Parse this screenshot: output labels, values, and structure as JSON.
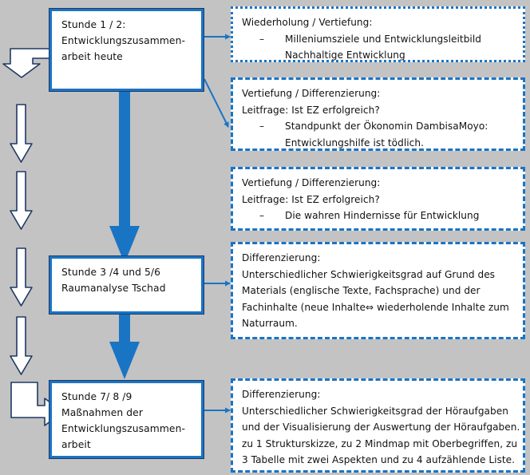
{
  "diagram": {
    "title": "Unterrichtsreihe Entwicklungszusammenarbeit",
    "background_color": "#c3c3c3",
    "accent_color": "#1a74c4",
    "outline_color": "#1f3864",
    "box_fill": "#ffffff"
  },
  "lesson_boxes": [
    {
      "id": "lesson-1-2",
      "lines": [
        "Stunde 1 / 2:",
        "Entwicklungszusammen-",
        "arbeit heute"
      ]
    },
    {
      "id": "lesson-3-6",
      "lines": [
        "Stunde 3 /4 und 5/6",
        "Raumanalyse Tschad"
      ]
    },
    {
      "id": "lesson-7-9",
      "lines": [
        "Stunde  7/ 8 /9",
        "Maßnahmen der",
        "Entwicklungszusammen-",
        "arbeit"
      ]
    }
  ],
  "note_boxes": [
    {
      "id": "note-wiederholung",
      "border_style": "dotted",
      "heading": "Wiederholung / Vertiefung:",
      "subheading": null,
      "bullet_dash": "–",
      "bullet_text": "Milleniumsziele und Entwicklungsleitbild",
      "bullet_cont": "Nachhaltige Entwicklung",
      "body": []
    },
    {
      "id": "note-vertiefung-moyo",
      "border_style": "dashed",
      "heading": "Vertiefung / Differenzierung:",
      "subheading": "Leitfrage: Ist EZ erfolgreich?",
      "bullet_dash": "–",
      "bullet_text": "Standpunkt der Ökonomin DambisaMoyo:",
      "bullet_cont": "Entwicklungshilfe ist tödlich.",
      "body": []
    },
    {
      "id": "note-vertiefung-hindernisse",
      "border_style": "dashed",
      "heading": "Vertiefung / Differenzierung:",
      "subheading": "Leitfrage: Ist EZ erfolgreich?",
      "bullet_dash": "–",
      "bullet_text": "Die wahren Hindernisse für Entwicklung",
      "bullet_cont": null,
      "body": []
    },
    {
      "id": "note-differenzierung-material",
      "border_style": "dashed",
      "heading": "Differenzierung:",
      "subheading": null,
      "bullet_dash": null,
      "bullet_text": null,
      "bullet_cont": null,
      "body": [
        "Unterschiedlicher Schwierigkeitsgrad auf Grund des",
        "Materials (englische Texte, Fachsprache) und der",
        "Fachinhalte (neue Inhalte⇔ wiederholende Inhalte zum",
        "Naturraum."
      ]
    },
    {
      "id": "note-differenzierung-hoeraufgaben",
      "border_style": "dashed",
      "heading": "Differenzierung:",
      "subheading": null,
      "bullet_dash": null,
      "bullet_text": null,
      "bullet_cont": null,
      "body": [
        "Unterschiedlicher Schwierigkeitsgrad der Höraufgaben",
        "und der Visualisierung der Auswertung der Höraufgaben.",
        "zu 1 Strukturskizze, zu 2 Mindmap mit Oberbegriffen, zu",
        "3 Tabelle mit zwei Aspekten und zu 4 aufzählende Liste."
      ]
    }
  ],
  "connectors": [
    {
      "id": "elbow-arrow-down-top",
      "shape": "elbow-arrow-down",
      "label": "Pfeil nach unten"
    },
    {
      "id": "outline-arrow-down-1",
      "shape": "arrow-down",
      "label": "Pfeil nach unten"
    },
    {
      "id": "outline-arrow-down-2",
      "shape": "arrow-down",
      "label": "Pfeil nach unten"
    },
    {
      "id": "outline-arrow-down-3",
      "shape": "arrow-down",
      "label": "Pfeil nach unten"
    },
    {
      "id": "outline-arrow-down-4",
      "shape": "arrow-down",
      "label": "Pfeil nach unten"
    },
    {
      "id": "elbow-arrow-right-bottom",
      "shape": "elbow-arrow-right",
      "label": "Pfeil nach rechts"
    },
    {
      "id": "thick-arrow-1-to-2",
      "shape": "thick-arrow-down",
      "label": "Verbindung Stunde 1/2 zu 3-6"
    },
    {
      "id": "thick-arrow-2-to-3",
      "shape": "thick-arrow-down",
      "label": "Verbindung Stunde 3-6 zu 7-9"
    },
    {
      "id": "thin-arrow-1a",
      "shape": "thin-arrow-right",
      "label": "zu Wiederholung / Vertiefung"
    },
    {
      "id": "thin-arrow-1b",
      "shape": "thin-arrow-diagonal",
      "label": "zu Vertiefung / Differenzierung"
    },
    {
      "id": "thin-arrow-2",
      "shape": "thin-arrow-right",
      "label": "zu Differenzierung Material"
    },
    {
      "id": "thin-arrow-3",
      "shape": "thin-arrow-right",
      "label": "zu Differenzierung Höraufgaben"
    }
  ]
}
